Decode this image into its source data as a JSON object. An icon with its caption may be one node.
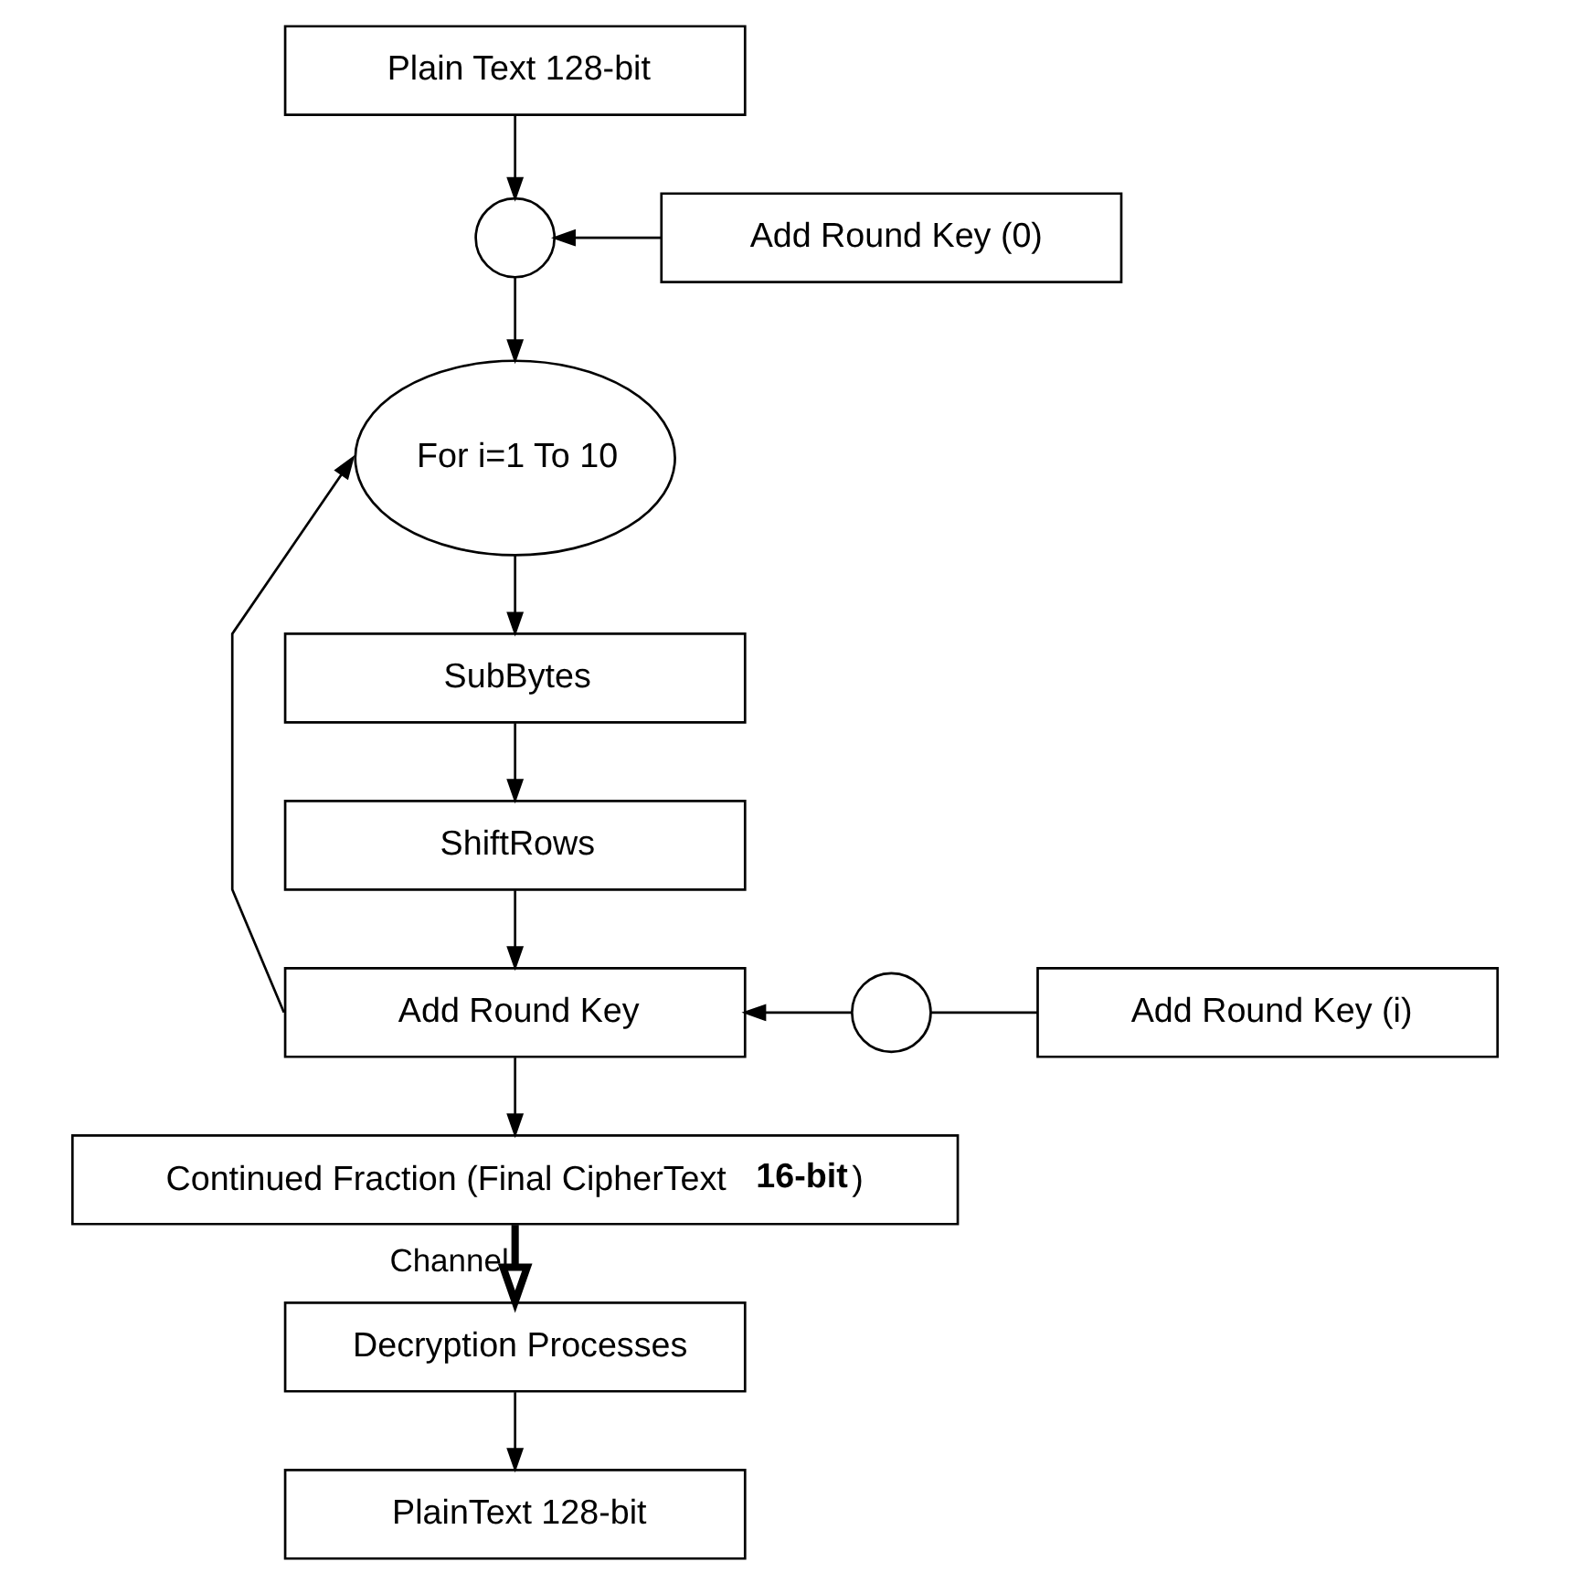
{
  "diagram": {
    "nodes": [
      {
        "text": [
          "Plain Text 128-bit"
        ]
      },
      {
        "text": [],
        "shape": "circle"
      },
      {
        "text": [
          "Add Round Key (0)"
        ]
      },
      {
        "text": [
          "For i=1 To 10"
        ]
      },
      {
        "text": [
          "SubBytes"
        ]
      },
      {
        "text": [
          "ShiftRows"
        ]
      },
      {
        "text": [
          "Add Round Key"
        ]
      },
      {
        "text": [],
        "shape": "circle"
      },
      {
        "text": [
          "Add Round Key (i)"
        ]
      },
      {
        "text": [
          "Continued Fraction (Final CipherText **16-bit**)"
        ]
      },
      {
        "text": [
          "Decryption Processes"
        ]
      },
      {
        "text": [
          "PlainText 128-bit"
        ]
      }
    ],
    "edges": [
      {
        "from": 0,
        "to": 1,
        "arrow": "to"
      },
      {
        "from": 2,
        "to": 1,
        "arrow": "to"
      },
      {
        "from": 1,
        "to": 3,
        "arrow": "to"
      },
      {
        "from": 3,
        "to": 4,
        "arrow": "to"
      },
      {
        "from": 4,
        "to": 5,
        "arrow": "to"
      },
      {
        "from": 5,
        "to": 6,
        "arrow": "to"
      },
      {
        "from": 8,
        "to": 7,
        "arrow": "none"
      },
      {
        "from": 7,
        "to": 6,
        "arrow": "to"
      },
      {
        "from": 6,
        "to": 3,
        "arrow": "to"
      },
      {
        "from": 6,
        "to": 9,
        "arrow": "to"
      },
      {
        "from": 9,
        "to": 10,
        "arrow": "to",
        "label": "Channel",
        "style": "thick"
      },
      {
        "from": 10,
        "to": 11,
        "arrow": "to"
      }
    ]
  }
}
